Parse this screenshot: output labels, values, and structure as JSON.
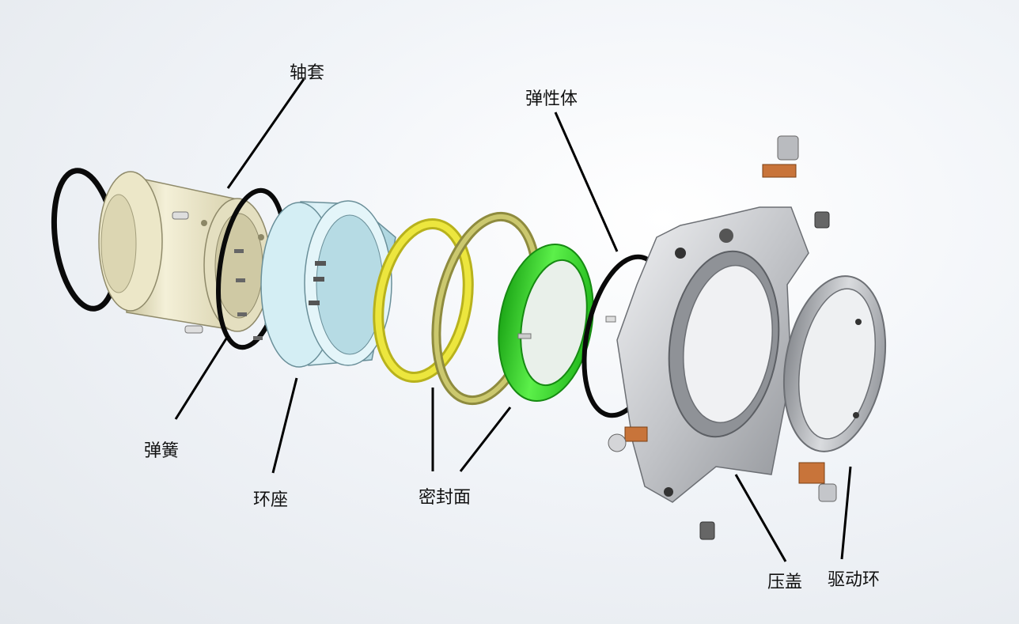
{
  "labels": {
    "shaft_sleeve": "轴套",
    "spring": "弹簧",
    "ring_seat": "环座",
    "sealing_face": "密封面",
    "elastomer": "弹性体",
    "gland": "压盖",
    "drive_ring": "驱动环"
  },
  "colors": {
    "sleeve": "#e6e0b8",
    "ring_seat": "#c3e6ee",
    "seal_face_yellow": "#e8e23a",
    "seal_face_olive": "#c8c56a",
    "elastomer_green": "#33d62a",
    "oring": "#0a0a0a",
    "metal": "#c4c6ca",
    "clip": "#c8743a"
  }
}
